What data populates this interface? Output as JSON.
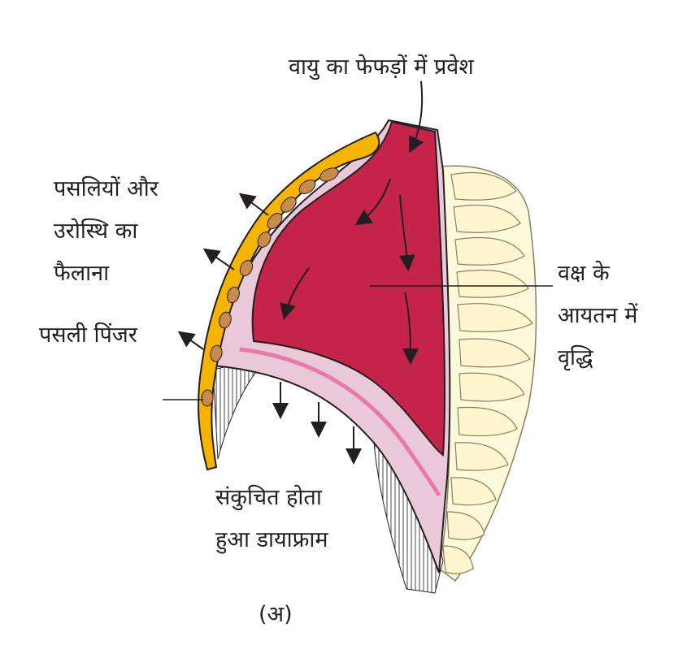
{
  "diagram": {
    "labels": {
      "air_entry": "वायु का फेफड़ों में प्रवेश",
      "ribs_line1": "पसलियों और",
      "ribs_line2": "उरोस्थि का",
      "ribs_line3": "फैलाना",
      "rib_cage": "पसली पिंजर",
      "volume_line1": "वक्ष के",
      "volume_line2": "आयतन में",
      "volume_line3": "वृद्धि",
      "diaphragm_line1": "संकुचित होता",
      "diaphragm_line2": "हुआ डायाफ्राम",
      "caption": "(अ)"
    },
    "colors": {
      "lung": "#c4234a",
      "pleura": "#e9c9d8",
      "rib_band": "#f5b400",
      "rib_spot": "#c98a4e",
      "spine": "#fff9dc",
      "outline": "#231f20"
    }
  }
}
